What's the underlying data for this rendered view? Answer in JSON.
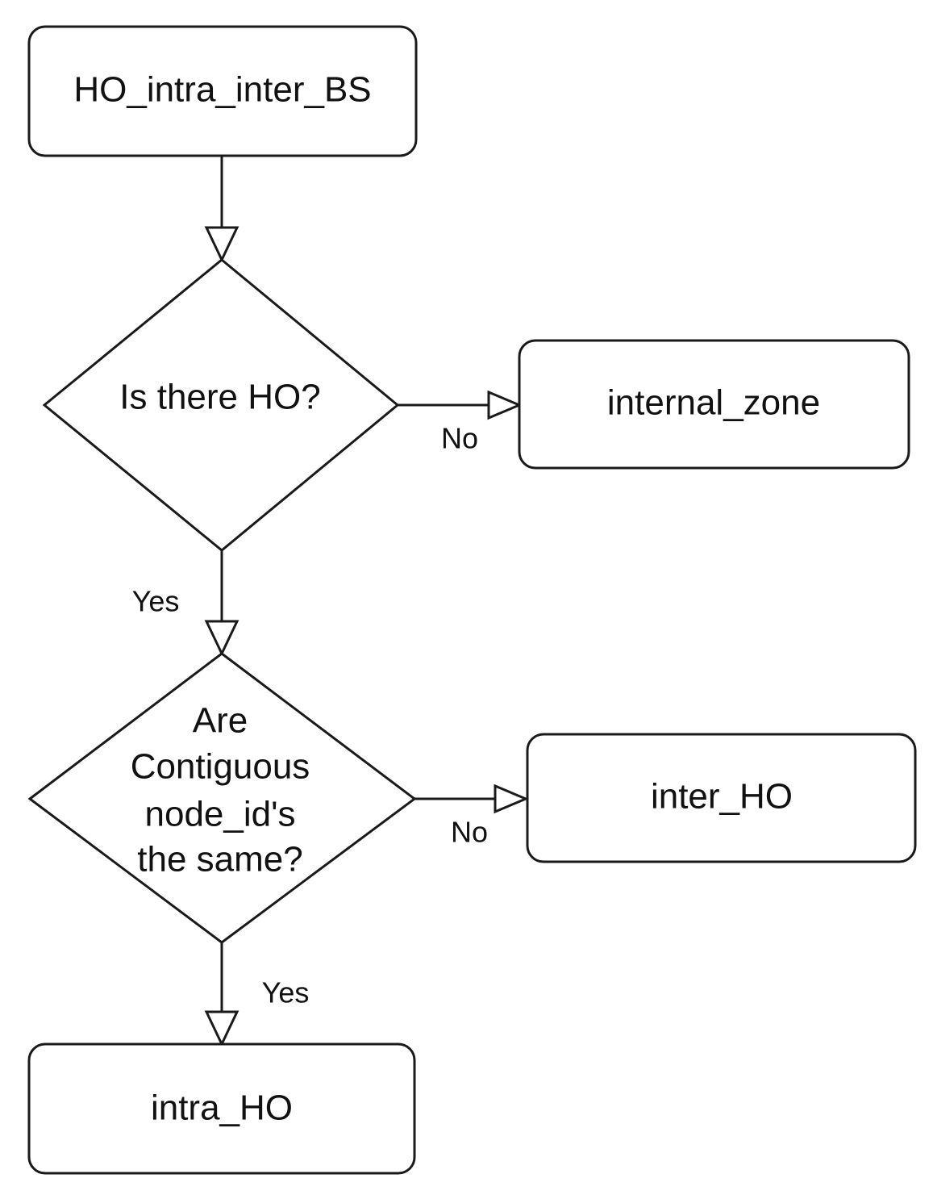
{
  "nodes": {
    "start": {
      "label": "HO_intra_inter_BS"
    },
    "decision_ho": {
      "label": "Is there HO?"
    },
    "internal_zone": {
      "label": "internal_zone"
    },
    "decision_node": {
      "lines": [
        "Are",
        "Contiguous",
        "node_id's",
        "the same?"
      ]
    },
    "inter_ho": {
      "label": "inter_HO"
    },
    "intra_ho": {
      "label": "intra_HO"
    }
  },
  "edges": {
    "ho_no": {
      "label": "No"
    },
    "ho_yes": {
      "label": "Yes"
    },
    "node_no": {
      "label": "No"
    },
    "node_yes": {
      "label": "Yes"
    }
  }
}
